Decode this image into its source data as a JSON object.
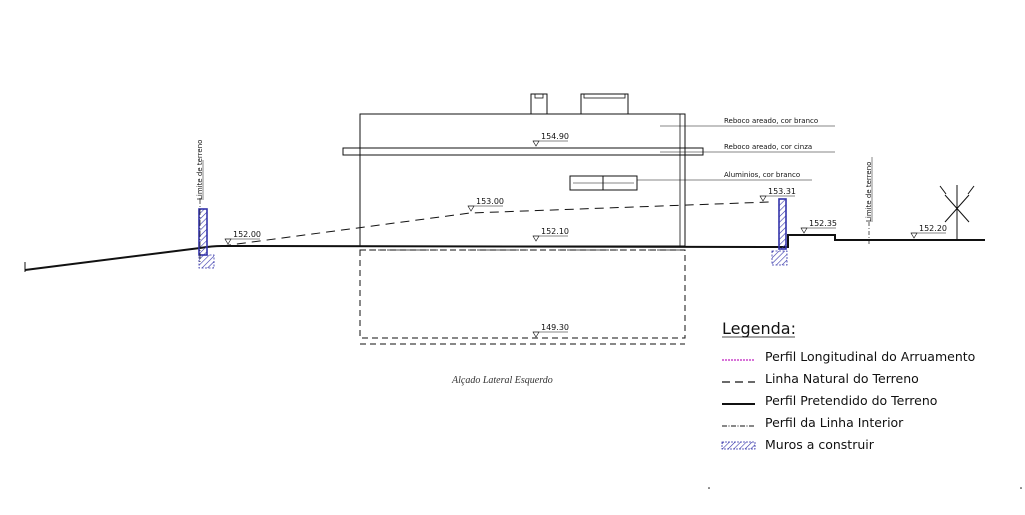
{
  "drawing": {
    "caption": "Alçado Lateral Esquerdo",
    "property_limit_label": "Limite de terreno",
    "finishes": [
      {
        "label": "Reboco areado, cor branco"
      },
      {
        "label": "Reboco areado, cor cinza"
      },
      {
        "label": "Aluminios, cor branco"
      }
    ],
    "elevations": [
      {
        "label": "154.90"
      },
      {
        "label": "153.00"
      },
      {
        "label": "153.31"
      },
      {
        "label": "152.35"
      },
      {
        "label": "152.20"
      },
      {
        "label": "152.10"
      },
      {
        "label": "152.00"
      },
      {
        "label": "149.30"
      }
    ]
  },
  "legend": {
    "title": "Legenda:",
    "items": [
      {
        "label": "Perfil Longitudinal do Arruamento",
        "color": "#cc44cc",
        "style": "dotted"
      },
      {
        "label": "Linha Natural do Terreno",
        "color": "#111111",
        "style": "dashed"
      },
      {
        "label": "Perfil Pretendido do Terreno",
        "color": "#111111",
        "style": "solid"
      },
      {
        "label": "Perfil da Linha Interior",
        "color": "#111111",
        "style": "dash-dot"
      },
      {
        "label": "Muros a construir",
        "color": "#3333aa",
        "style": "hatch"
      }
    ]
  }
}
